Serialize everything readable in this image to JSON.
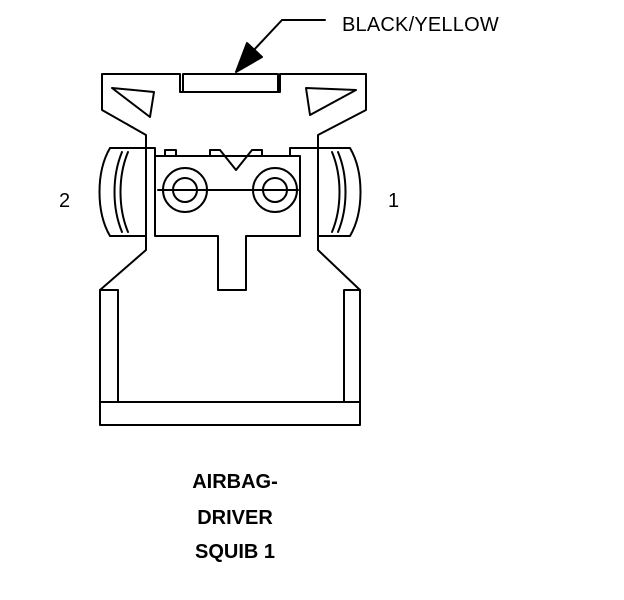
{
  "wire_label": "BLACK/YELLOW",
  "pins": {
    "left": "2",
    "right": "1"
  },
  "caption": [
    "AIRBAG-",
    "DRIVER",
    "SQUIB 1"
  ],
  "colors": {
    "line": "#000000",
    "background": "#ffffff"
  }
}
